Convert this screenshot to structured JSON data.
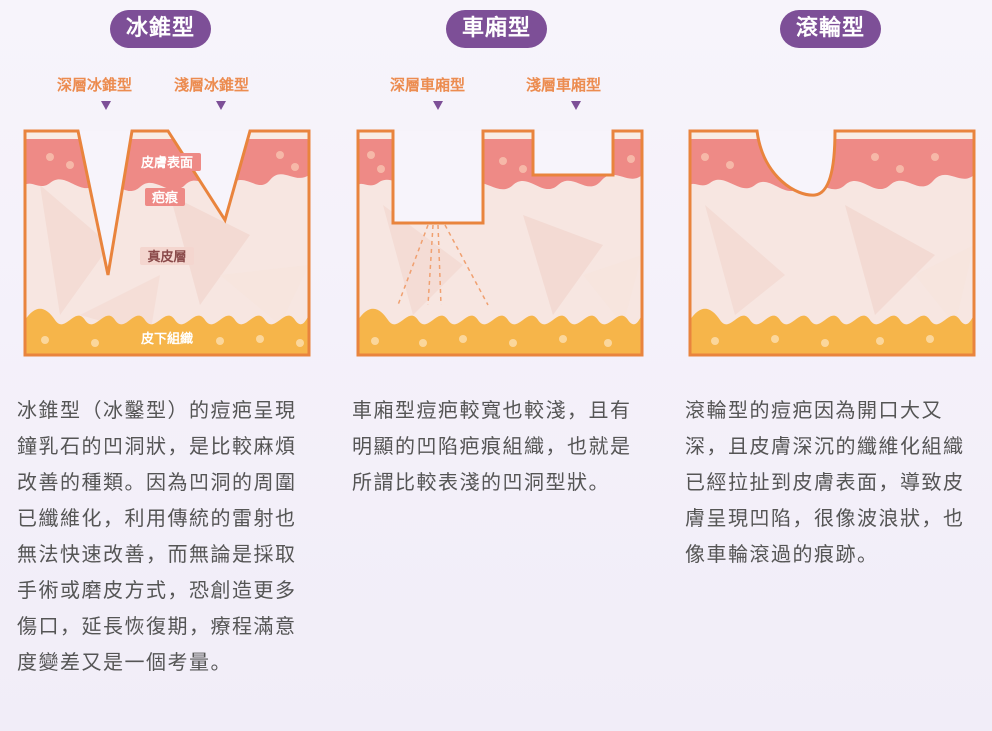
{
  "types": [
    {
      "title": "冰錐型",
      "sub_left": "深層冰錐型",
      "sub_right": "淺層冰錐型",
      "labels": {
        "surface": "皮膚表面",
        "scar": "疤痕",
        "dermis": "真皮層",
        "subcutis": "皮下組織"
      },
      "description": "冰錐型（冰鑿型）的痘疤呈現鐘乳石的凹洞狀，是比較麻煩改善的種類。因為凹洞的周圍已纖維化，利用傳統的雷射也無法快速改善，而無論是採取手術或磨皮方式，恐創造更多傷口，延長恢復期，療程滿意度變差又是一個考量。"
    },
    {
      "title": "車廂型",
      "sub_left": "深層車廂型",
      "sub_right": "淺層車廂型",
      "description": "車廂型痘疤較寬也較淺，且有明顯的凹陷疤痕組織，也就是所謂比較表淺的凹洞型狀。"
    },
    {
      "title": "滾輪型",
      "description": "滾輪型的痘疤因為開口大又深，且皮膚深沉的纖維化組織已經拉扯到皮膚表面，導致皮膚呈現凹陷，很像波浪狀，也像車輪滾過的痕跡。"
    }
  ],
  "colors": {
    "accent": "#7d4f97",
    "orange": "#ec8c50",
    "outline": "#e9843d",
    "epidermis": "#ee8a86",
    "dermis": "#f5e2dc",
    "fat": "#f6b54a"
  }
}
